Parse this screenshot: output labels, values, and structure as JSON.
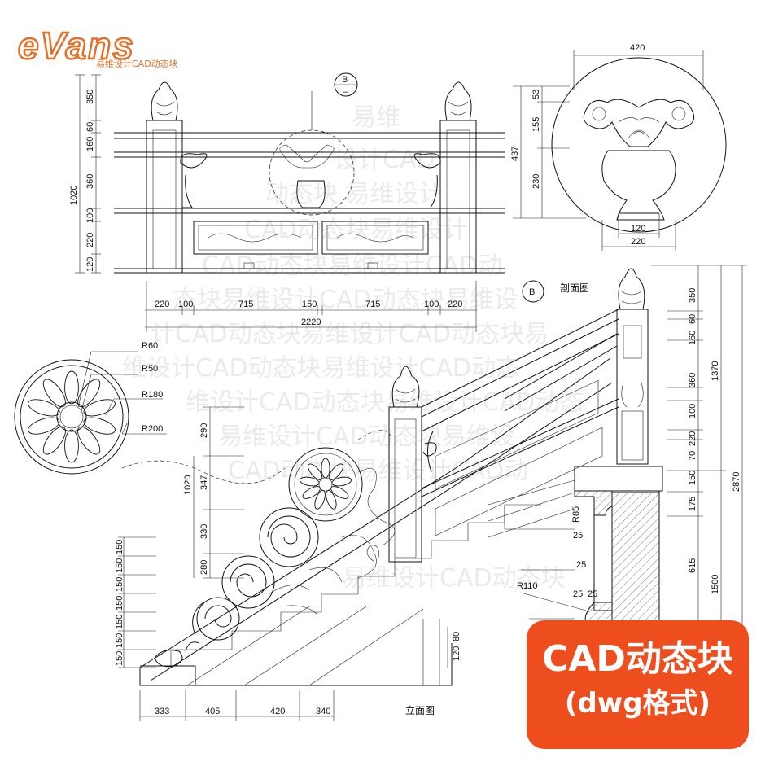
{
  "logo": {
    "brand": "eVans",
    "tagline": "易维设计CAD动态块"
  },
  "watermark": [
    "易维",
    "设计CAD",
    "动态块 易维设计",
    "CAD动态块易维设计",
    "CAD动态块易维设计CAD动",
    "态块易维设计CAD动态块易维设",
    "计CAD动态块易维设计CAD动态块易",
    "维设计CAD动态块易维设计CAD动态",
    "维设计CAD动态块易维设计CAD动态",
    "易维设计CAD动态块易维设",
    "CAD动态块易维设计CAD动",
    "易维设计CAD动态块"
  ],
  "callouts": {
    "detail_b": "B",
    "section_b": "B"
  },
  "labels": {
    "section": "剖面图",
    "elevation": "立面图"
  },
  "top_elevation": {
    "left_dims": [
      "350",
      "60",
      "160",
      "360",
      "100",
      "220",
      "120"
    ],
    "left_total": "1020",
    "bottom_dims": [
      "220",
      "100",
      "715",
      "150",
      "715",
      "100",
      "220"
    ],
    "bottom_total": "2220"
  },
  "detail": {
    "top": "420",
    "left": [
      "53",
      "155",
      "230"
    ],
    "left_total": "437",
    "bottom": [
      "120",
      "220"
    ]
  },
  "rosette": [
    "R60",
    "R50",
    "R180",
    "R200"
  ],
  "stair": {
    "left_dims": [
      "150",
      "150",
      "150",
      "150",
      "150",
      "150",
      "150"
    ],
    "post_dims": [
      "290",
      "347",
      "330",
      "280"
    ],
    "post_total": "1020",
    "bottom_dims": [
      "333",
      "405",
      "420",
      "340"
    ],
    "small": [
      "120",
      "80"
    ]
  },
  "section": {
    "right_dims": [
      "350",
      "60",
      "160",
      "360",
      "100",
      "220",
      "70",
      "150",
      "175",
      "615"
    ],
    "totals": [
      "1370",
      "1500",
      "2870"
    ],
    "radii": [
      "R85",
      "R110"
    ],
    "small": [
      "25",
      "25",
      "25",
      "25"
    ]
  },
  "badge": {
    "line1": "CAD动态块",
    "line2": "(dwg格式)"
  },
  "colors": {
    "accent": "#ee4d1e",
    "logo": "#e0702a"
  }
}
